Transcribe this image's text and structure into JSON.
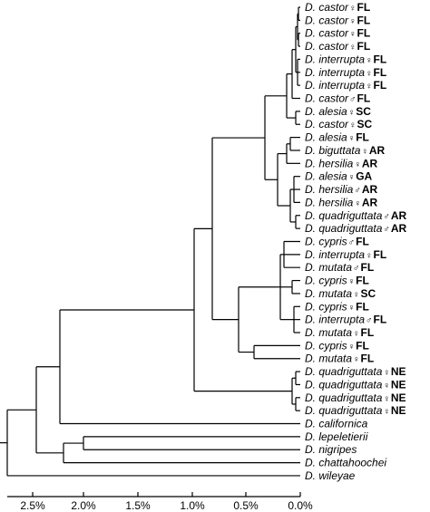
{
  "tree": {
    "axis_ticks": [
      "2.5%",
      "2.0%",
      "1.5%",
      "1.0%",
      "0.5%",
      "0.0%"
    ],
    "taxa": [
      {
        "name": "D. castor",
        "sex": "female",
        "loc": "FL"
      },
      {
        "name": "D. castor",
        "sex": "female",
        "loc": "FL"
      },
      {
        "name": "D. castor",
        "sex": "female",
        "loc": "FL"
      },
      {
        "name": "D. castor",
        "sex": "female",
        "loc": "FL"
      },
      {
        "name": "D. interrupta",
        "sex": "female",
        "loc": "FL"
      },
      {
        "name": "D. interrupta",
        "sex": "female",
        "loc": "FL"
      },
      {
        "name": "D. interrupta",
        "sex": "female",
        "loc": "FL"
      },
      {
        "name": "D. castor",
        "sex": "male",
        "loc": "FL"
      },
      {
        "name": "D. alesia",
        "sex": "female",
        "loc": "SC"
      },
      {
        "name": "D. castor",
        "sex": "female",
        "loc": "SC"
      },
      {
        "name": "D. alesia",
        "sex": "female",
        "loc": "FL"
      },
      {
        "name": "D. biguttata",
        "sex": "female",
        "loc": "AR"
      },
      {
        "name": "D. hersilia",
        "sex": "female",
        "loc": "AR"
      },
      {
        "name": "D. alesia",
        "sex": "female",
        "loc": "GA"
      },
      {
        "name": "D. hersilia",
        "sex": "male",
        "loc": "AR"
      },
      {
        "name": "D. hersilia",
        "sex": "female",
        "loc": "AR"
      },
      {
        "name": "D. quadriguttata",
        "sex": "male",
        "loc": "AR"
      },
      {
        "name": "D. quadriguttata",
        "sex": "male",
        "loc": "AR"
      },
      {
        "name": "D. cypris",
        "sex": "male",
        "loc": "FL"
      },
      {
        "name": "D. interrupta",
        "sex": "female",
        "loc": "FL"
      },
      {
        "name": "D. mutata",
        "sex": "male",
        "loc": "FL"
      },
      {
        "name": "D. cypris",
        "sex": "female",
        "loc": "FL"
      },
      {
        "name": "D. mutata",
        "sex": "female",
        "loc": "SC"
      },
      {
        "name": "D. cypris",
        "sex": "female",
        "loc": "FL"
      },
      {
        "name": "D. interrupta",
        "sex": "male",
        "loc": "FL"
      },
      {
        "name": "D. mutata",
        "sex": "female",
        "loc": "FL"
      },
      {
        "name": "D. cypris",
        "sex": "female",
        "loc": "FL"
      },
      {
        "name": "D. mutata",
        "sex": "female",
        "loc": "FL"
      },
      {
        "name": "D. quadriguttata",
        "sex": "female",
        "loc": "NE"
      },
      {
        "name": "D. quadriguttata",
        "sex": "female",
        "loc": "NE"
      },
      {
        "name": "D. quadriguttata",
        "sex": "female",
        "loc": "NE"
      },
      {
        "name": "D. quadriguttata",
        "sex": "female",
        "loc": "NE"
      },
      {
        "name": "D. californica",
        "sex": "",
        "loc": ""
      },
      {
        "name": "D. lepeletierii",
        "sex": "",
        "loc": ""
      },
      {
        "name": "D. nigripes",
        "sex": "",
        "loc": ""
      },
      {
        "name": "D. chattahoochei",
        "sex": "",
        "loc": ""
      },
      {
        "name": "D. wileyae",
        "sex": "",
        "loc": ""
      }
    ]
  }
}
